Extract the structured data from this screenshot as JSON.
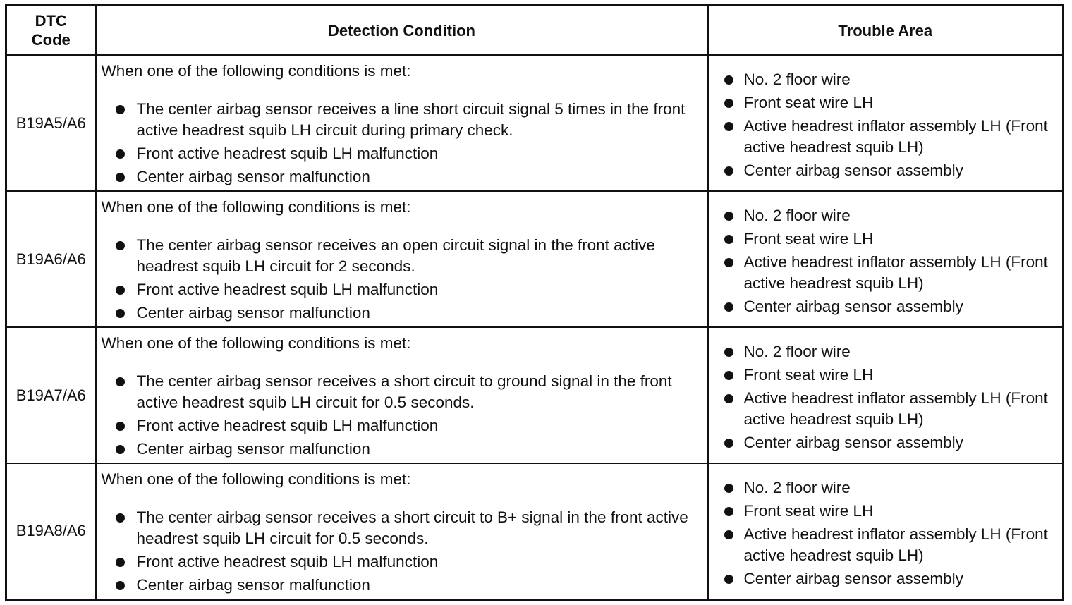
{
  "table": {
    "headers": {
      "code": "DTC Code",
      "condition": "Detection Condition",
      "area": "Trouble Area"
    },
    "rows": [
      {
        "code": "B19A5/A6",
        "intro": "When one of the following conditions is met:",
        "conditions": [
          "The center airbag sensor receives a line short circuit signal 5 times in the front active headrest squib LH circuit during primary check.",
          "Front active headrest squib LH malfunction",
          "Center airbag sensor malfunction"
        ],
        "areas": [
          "No. 2 floor wire",
          "Front seat wire LH",
          "Active headrest inflator assembly LH (Front active headrest squib LH)",
          "Center airbag sensor assembly"
        ]
      },
      {
        "code": "B19A6/A6",
        "intro": "When one of the following conditions is met:",
        "conditions": [
          "The center airbag sensor receives an open circuit signal in the front active headrest squib LH circuit for 2 seconds.",
          "Front active headrest squib LH malfunction",
          "Center airbag sensor malfunction"
        ],
        "areas": [
          "No. 2 floor wire",
          "Front seat wire LH",
          "Active headrest inflator assembly LH (Front active headrest squib LH)",
          "Center airbag sensor assembly"
        ]
      },
      {
        "code": "B19A7/A6",
        "intro": "When one of the following conditions is met:",
        "conditions": [
          "The center airbag sensor receives a short circuit to ground signal in the front active headrest squib LH circuit for 0.5 seconds.",
          "Front active headrest squib LH malfunction",
          "Center airbag sensor malfunction"
        ],
        "areas": [
          "No. 2 floor wire",
          "Front seat wire LH",
          "Active headrest inflator assembly LH (Front active headrest squib LH)",
          "Center airbag sensor assembly"
        ]
      },
      {
        "code": "B19A8/A6",
        "intro": "When one of the following conditions is met:",
        "conditions": [
          "The center airbag sensor receives a short circuit to B+ signal in the front active headrest squib LH circuit for 0.5 seconds.",
          "Front active headrest squib LH malfunction",
          "Center airbag sensor malfunction"
        ],
        "areas": [
          "No. 2 floor wire",
          "Front seat wire LH",
          "Active headrest inflator assembly LH (Front active headrest squib LH)",
          "Center airbag sensor assembly"
        ]
      }
    ]
  }
}
